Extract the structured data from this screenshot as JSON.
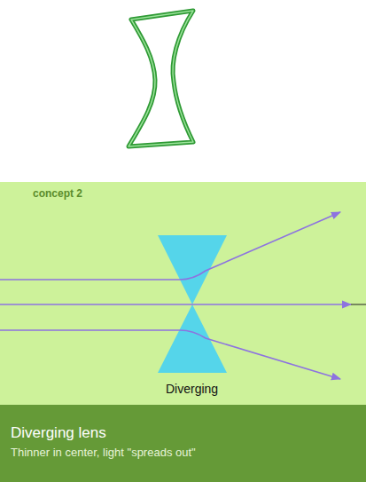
{
  "diagram": {
    "nodes": [
      {
        "text": [
          "concept 2"
        ]
      },
      {
        "text": [
          "Diverging lens",
          "Thinner in center, light \"spreads out\""
        ],
        "in": 0
      }
    ],
    "labels": [
      "Diverging"
    ]
  }
}
